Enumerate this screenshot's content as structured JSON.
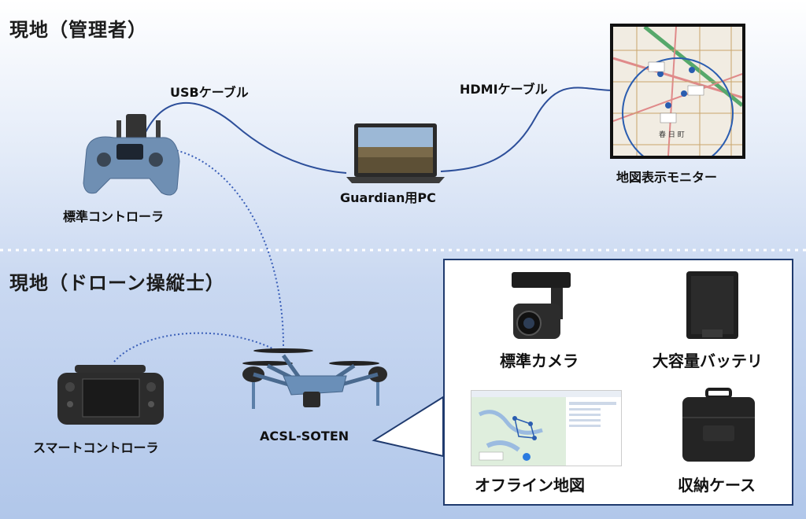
{
  "sections": {
    "top_title": "現地（管理者）",
    "bottom_title": "現地（ドローン操縦士）"
  },
  "cables": {
    "usb": "USBケーブル",
    "hdmi": "HDMIケーブル"
  },
  "devices": {
    "standard_controller": "標準コントローラ",
    "guardian_pc": "Guardian用PC",
    "map_monitor": "地図表示モニター",
    "smart_controller": "スマートコントローラ",
    "drone": "ACSL-SOTEN"
  },
  "accessories": {
    "camera": "標準カメラ",
    "battery": "大容量バッテリ",
    "offline_map": "オフライン地図",
    "case": "収納ケース"
  },
  "map_place_label": "春 日 町",
  "colors": {
    "cable": "#2d4f9a",
    "dotted_link": "#3a5fb8",
    "panel_border": "#1f3a6e",
    "device_blue": "#6f8fb3"
  }
}
